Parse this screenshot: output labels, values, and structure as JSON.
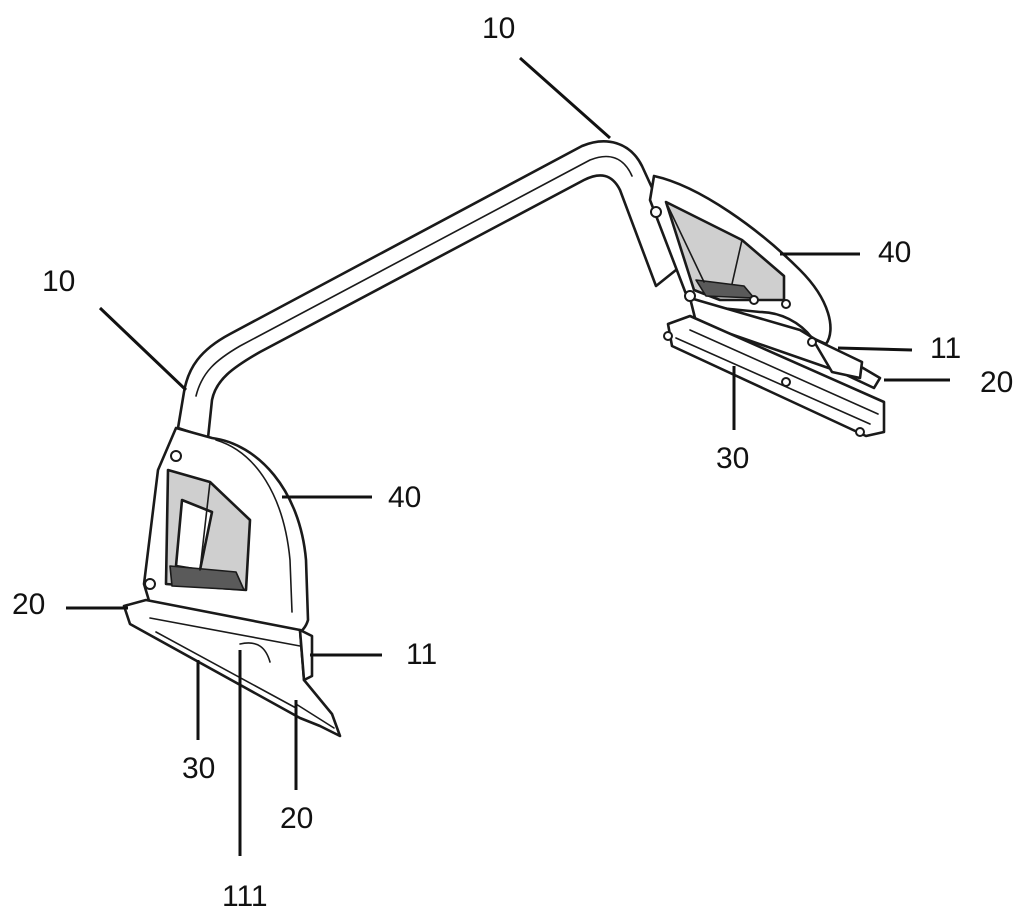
{
  "figure": {
    "labels": {
      "bar_top": "10",
      "bar_left": "10",
      "bracket_right": "40",
      "bracket_left": "40",
      "base_right": "11",
      "base_left": "11",
      "rail_right": "20",
      "rail_left_top": "20",
      "rail_left_bottom": "20",
      "channel_right": "30",
      "channel_left": "30",
      "groove_left": "111"
    }
  }
}
